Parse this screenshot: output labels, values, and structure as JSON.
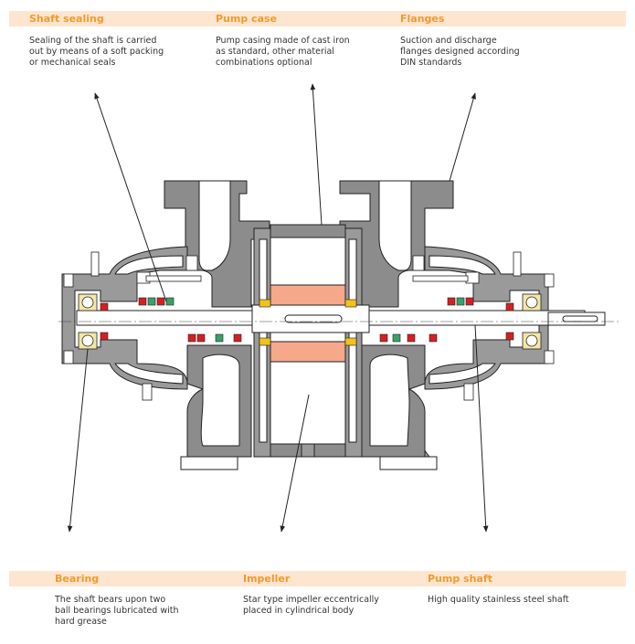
{
  "top_sections": [
    {
      "title": "Shaft sealing",
      "text": "Sealing of the shaft is carried\nout by means of a soft packing\nor mechanical seals"
    },
    {
      "title": "Pump case",
      "text": "Pump casing made of cast iron\nas standard, other material\ncombinations optional"
    },
    {
      "title": "Flanges",
      "text": "Suction and discharge\nflanges designed according\nDIN standards"
    }
  ],
  "bottom_sections": [
    {
      "title": "Bearing",
      "text": "The shaft bears upon two\nball bearings lubricated with\nhard grease"
    },
    {
      "title": "Impeller",
      "text": "Star type impeller eccentrically\nplaced in cylindrical body"
    },
    {
      "title": "Pump shaft",
      "text": "High quality stainless steel shaft"
    }
  ],
  "colors": {
    "band": "#fde5cf",
    "header_text": "#f29a2e",
    "casing": "#8c8c8c",
    "impeller": "#f5a88a",
    "bearing": "#f3e6a6",
    "seal_red": "#d62020",
    "seal_green": "#3aa06a"
  }
}
